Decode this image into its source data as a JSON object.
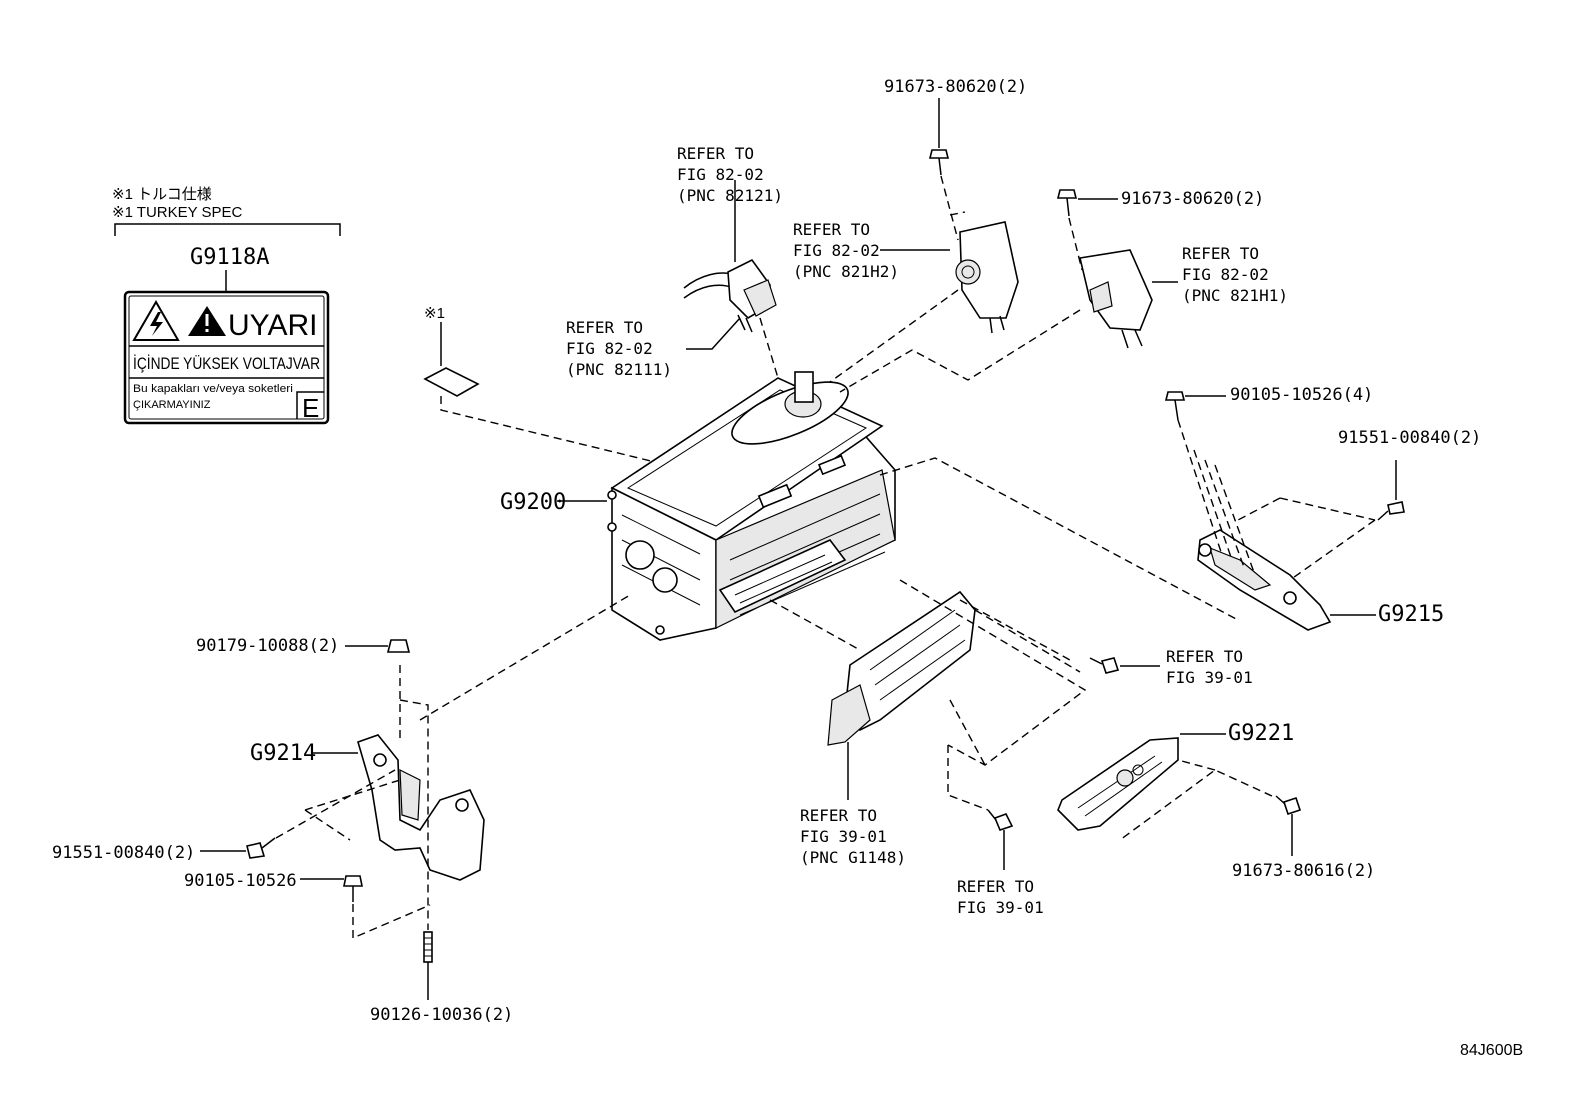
{
  "spec_note": {
    "line1": "※1 トルコ仕様",
    "line2": "※1 TURKEY SPEC"
  },
  "label_part": {
    "code": "G9118A",
    "warning_word": "UYARI",
    "warning_line": "İÇİNDE YÜKSEK VOLTAJVAR",
    "small_line1": "Bu kapakları ve/veya soketleri",
    "small_line2": "ÇIKARMAYINIZ",
    "corner_letter": "E"
  },
  "note_marker": "※1",
  "parts": {
    "g9200": "G9200",
    "g9214": "G9214",
    "g9215": "G9215",
    "g9221": "G9221"
  },
  "part_numbers": {
    "top_bolt": "91673-80620(2)",
    "right_bolt": "91673-80620(2)",
    "bolt_90105_4": "90105-10526(4)",
    "bolt_91551_right": "91551-00840(2)",
    "nut_90179": "90179-10088(2)",
    "bolt_91551_left": "91551-00840(2)",
    "bolt_90105": "90105-10526",
    "stud_90126": "90126-10036(2)",
    "bolt_91673_80616": "91673-80616(2)"
  },
  "refers": {
    "r82121": [
      "REFER TO",
      "FIG 82-02",
      "(PNC 82121)"
    ],
    "r821h2": [
      "REFER TO",
      "FIG 82-02",
      "(PNC 821H2)"
    ],
    "r821h1": [
      "REFER TO",
      "FIG 82-02",
      "(PNC 821H1)"
    ],
    "r82111": [
      "REFER TO",
      "FIG 82-02",
      "(PNC 82111)"
    ],
    "r3901_right": [
      "REFER TO",
      "FIG 39-01"
    ],
    "r3901_g1148": [
      "REFER TO",
      "FIG 39-01",
      "(PNC G1148)"
    ],
    "r3901_bottom": [
      "REFER TO",
      "FIG 39-01"
    ]
  },
  "drawing_code": "84J600B"
}
